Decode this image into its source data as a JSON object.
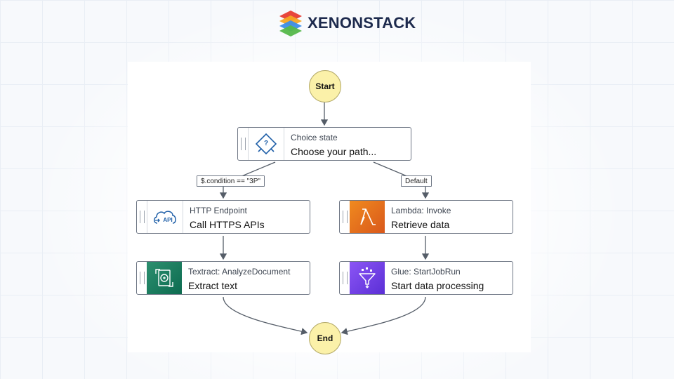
{
  "brand": {
    "name": "XENONSTACK"
  },
  "workflow": {
    "start_label": "Start",
    "end_label": "End",
    "choice": {
      "type": "Choice state",
      "title": "Choose your path...",
      "icon": "choice-icon"
    },
    "branches": {
      "left_condition": "$.condition == \"3P\"",
      "right_condition": "Default"
    },
    "left_steps": [
      {
        "type": "HTTP Endpoint",
        "title": "Call HTTPS APIs",
        "icon": "api-cloud-icon"
      },
      {
        "type": "Textract: AnalyzeDocument",
        "title": "Extract text",
        "icon": "textract-icon",
        "icon_color": "#1a7a5c"
      }
    ],
    "right_steps": [
      {
        "type": "Lambda: Invoke",
        "title": "Retrieve data",
        "icon": "lambda-icon",
        "icon_color": "#e46b1d"
      },
      {
        "type": "Glue: StartJobRun",
        "title": "Start data processing",
        "icon": "glue-icon",
        "icon_color": "#6e3fe8"
      }
    ]
  },
  "colors": {
    "state_circle": "#fbf1a9",
    "border": "#6f7785"
  }
}
